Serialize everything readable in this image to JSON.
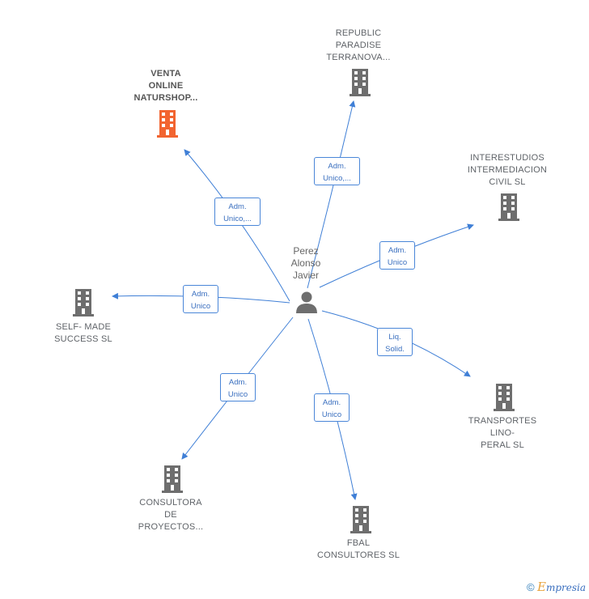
{
  "center": {
    "label": "Perez\nAlonso\nJavier",
    "icon": "person-icon"
  },
  "nodes": [
    {
      "id": "venta",
      "label": "VENTA\nONLINE\nNATURSHOP...",
      "icon": "building-icon",
      "color": "#f26430",
      "highlight": true
    },
    {
      "id": "republic",
      "label": "REPUBLIC\nPARADISE\nTERRANOVA...",
      "icon": "building-icon",
      "color": "#6e6e6e"
    },
    {
      "id": "interestudios",
      "label": "INTERESTUDIOS\nINTERMEDIACION\nCIVIL  SL",
      "icon": "building-icon",
      "color": "#6e6e6e"
    },
    {
      "id": "selfmade",
      "label": "SELF- MADE\nSUCCESS  SL",
      "icon": "building-icon",
      "color": "#6e6e6e"
    },
    {
      "id": "transportes",
      "label": "TRANSPORTES\nLINO-\nPERAL  SL",
      "icon": "building-icon",
      "color": "#6e6e6e"
    },
    {
      "id": "consultora",
      "label": "CONSULTORA\nDE\nPROYECTOS...",
      "icon": "building-icon",
      "color": "#6e6e6e"
    },
    {
      "id": "fbal",
      "label": "FBAL\nCONSULTORES SL",
      "icon": "building-icon",
      "color": "#6e6e6e"
    }
  ],
  "edges": [
    {
      "to": "venta",
      "label": "Adm.\nUnico,..."
    },
    {
      "to": "republic",
      "label": "Adm.\nUnico,..."
    },
    {
      "to": "interestudios",
      "label": "Adm.\nUnico"
    },
    {
      "to": "selfmade",
      "label": "Adm.\nUnico"
    },
    {
      "to": "transportes",
      "label": "Liq.\nSolid."
    },
    {
      "to": "consultora",
      "label": "Adm.\nUnico"
    },
    {
      "to": "fbal",
      "label": "Adm.\nUnico"
    }
  ],
  "colors": {
    "edge": "#3f7fd6",
    "building": "#6e6e6e",
    "highlight": "#f26430"
  },
  "footer": {
    "copyright": "©",
    "brand_initial": "E",
    "brand_rest": "mpresia"
  }
}
